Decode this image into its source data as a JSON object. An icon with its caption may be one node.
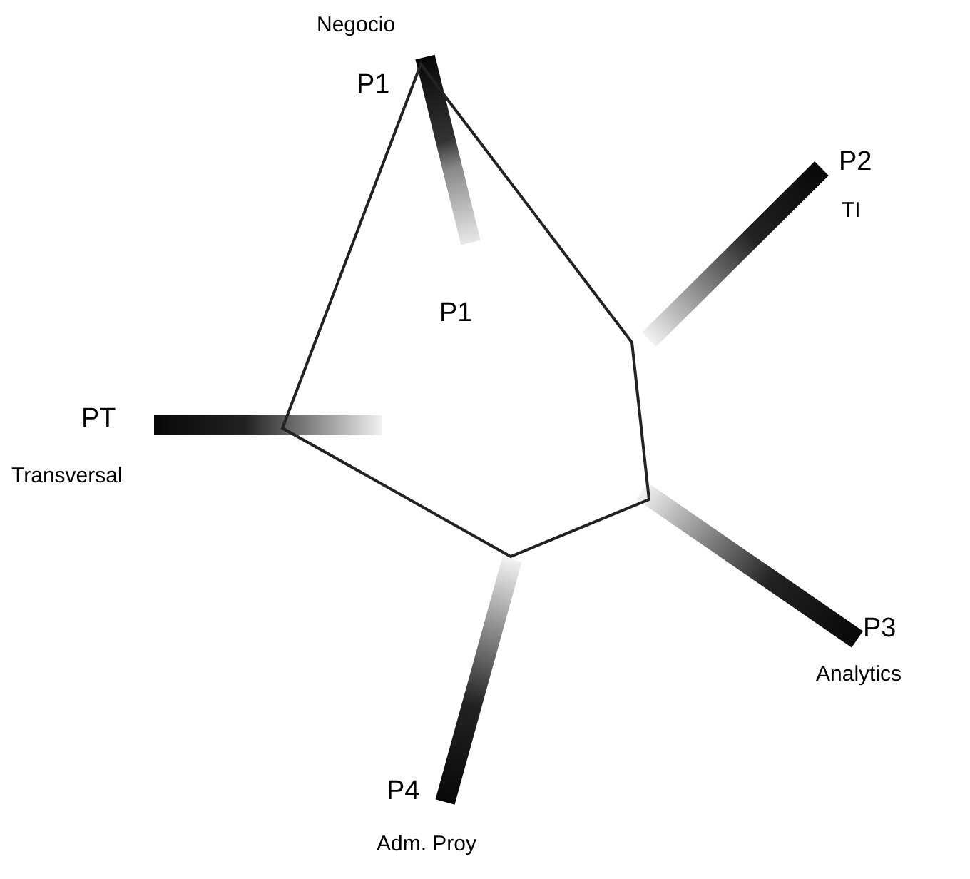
{
  "diagram": {
    "nodes": [
      {
        "text": [
          "P1"
        ]
      }
    ],
    "labels": [
      "Negocio",
      "P1",
      "P2",
      "TI",
      "PT",
      "Transversal",
      "P3",
      "Analytics",
      "P4",
      "Adm. Proy"
    ]
  }
}
